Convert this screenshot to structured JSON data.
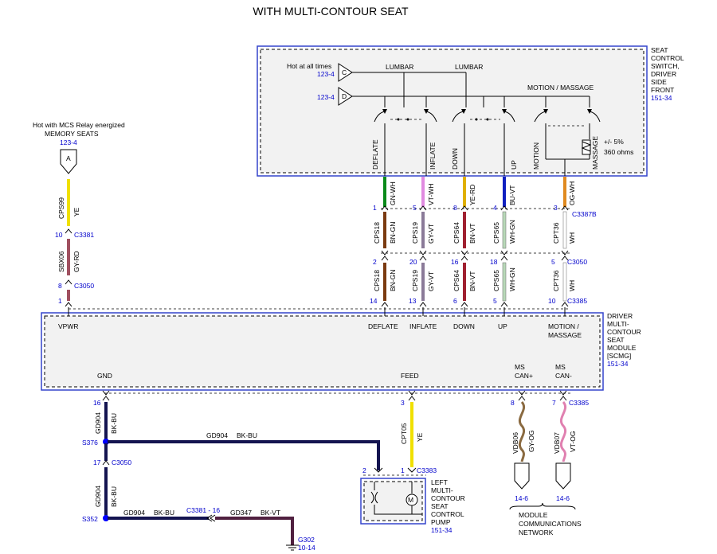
{
  "title": "WITH MULTI-CONTOUR SEAT",
  "switch": {
    "name_lines": [
      "SEAT",
      "CONTROL",
      "SWITCH,",
      "DRIVER",
      "SIDE",
      "FRONT"
    ],
    "ref": "151-34",
    "hot_label": "Hot at all times",
    "input_c": {
      "letter": "C",
      "ref": "123-4"
    },
    "input_d": {
      "letter": "D",
      "ref": "123-4"
    },
    "lumbar1": "LUMBAR",
    "lumbar2": "LUMBAR",
    "motion_massage": "MOTION / MASSAGE",
    "tolerance": "+/- 5%",
    "ohms": "360 ohms",
    "functions": [
      "DEFLATE",
      "INFLATE",
      "DOWN",
      "UP",
      "MOTION",
      "MASSAGE"
    ]
  },
  "memory": {
    "hot_line1": "Hot with MCS Relay energized",
    "hot_line2": "MEMORY SEATS",
    "ref": "123-4",
    "letter": "A",
    "wire1": {
      "circuit": "CPS99",
      "color": "YE"
    },
    "pin1": {
      "pin": "10",
      "conn": "C3381"
    },
    "wire2": {
      "circuit": "SBX06",
      "color": "GY-RD"
    },
    "pin2": {
      "pin": "8",
      "conn": "C3050"
    },
    "pin3": {
      "pin": "1"
    }
  },
  "columns": [
    {
      "top_pin": "1",
      "top_color": "GN-WH",
      "mid_circuit": "CPS18",
      "mid_color": "BN-GN",
      "mid_pin": "2",
      "low_circuit": "CPS18",
      "low_color": "BN-GN",
      "low_pin": "14"
    },
    {
      "top_pin": "5",
      "top_color": "VT-WH",
      "mid_circuit": "CPS19",
      "mid_color": "GY-VT",
      "mid_pin": "20",
      "low_circuit": "CPS19",
      "low_color": "GY-VT",
      "low_pin": "13"
    },
    {
      "top_pin": "8",
      "top_color": "YE-RD",
      "mid_circuit": "CPS64",
      "mid_color": "BN-VT",
      "mid_pin": "16",
      "low_circuit": "CPS64",
      "low_color": "BN-VT",
      "low_pin": "6"
    },
    {
      "top_pin": "4",
      "top_color": "BU-VT",
      "mid_circuit": "CPS65",
      "mid_color": "WH-GN",
      "mid_pin": "18",
      "low_circuit": "CPS65",
      "low_color": "WH-GN",
      "low_pin": "5"
    },
    {
      "top_pin": "3",
      "top_color": "OG-WH",
      "mid_circuit": "CPT36",
      "mid_color": "WH",
      "mid_pin": "5",
      "low_circuit": "CPT36",
      "low_color": "WH",
      "low_pin": "10"
    }
  ],
  "connectors": {
    "c1": "C3387B",
    "c2": "C3050",
    "c3": "C3385"
  },
  "module": {
    "name_lines": [
      "DRIVER",
      "MULTI-",
      "CONTOUR",
      "SEAT",
      "MODULE",
      "[SCMG]"
    ],
    "ref": "151-34",
    "vpwr": "VPWR",
    "deflate": "DEFLATE",
    "inflate": "INFLATE",
    "down": "DOWN",
    "up": "UP",
    "motion1": "MOTION /",
    "motion2": "MASSAGE",
    "gnd": "GND",
    "feed": "FEED",
    "ms_can_plus1": "MS",
    "ms_can_plus2": "CAN+",
    "ms_can_minus1": "MS",
    "ms_can_minus2": "CAN-"
  },
  "ground": {
    "pin16": "16",
    "wire1": {
      "circuit": "GD904",
      "color": "BK-BU"
    },
    "s376": "S376",
    "horiz1": {
      "circuit": "GD904",
      "color": "BK-BU"
    },
    "pin17": "17",
    "conn17": "C3050",
    "wire2": {
      "circuit": "GD904",
      "color": "BK-BU"
    },
    "s352": "S352",
    "horiz2": {
      "circuit": "GD904",
      "color": "BK-BU"
    },
    "inline": "C3381 - 16",
    "horiz3": {
      "circuit": "GD347",
      "color": "BK-VT"
    },
    "g302": "G302",
    "g302_ref": "10-14"
  },
  "pump": {
    "pin3": "3",
    "feed_wire": {
      "circuit": "CPT05",
      "color": "YE"
    },
    "pin2": "2",
    "pin1": "1",
    "conn": "C3383",
    "name_lines": [
      "LEFT",
      "MULTI-",
      "CONTOUR",
      "SEAT",
      "CONTROL",
      "PUMP"
    ],
    "ref": "151-34"
  },
  "can": {
    "pin8": "8",
    "pin7": "7",
    "conn": "C3385",
    "wire_plus": {
      "circuit": "VDB06",
      "color": "GY-OG"
    },
    "wire_minus": {
      "circuit": "VDB07",
      "color": "VT-OG"
    },
    "ref_plus": "14-6",
    "ref_minus": "14-6",
    "network_lines": [
      "MODULE",
      "COMMUNICATIONS",
      "NETWORK"
    ]
  },
  "colors": {
    "module_border": "#3344cc",
    "ref_text": "#0000cc",
    "splice": "#0000ff"
  }
}
